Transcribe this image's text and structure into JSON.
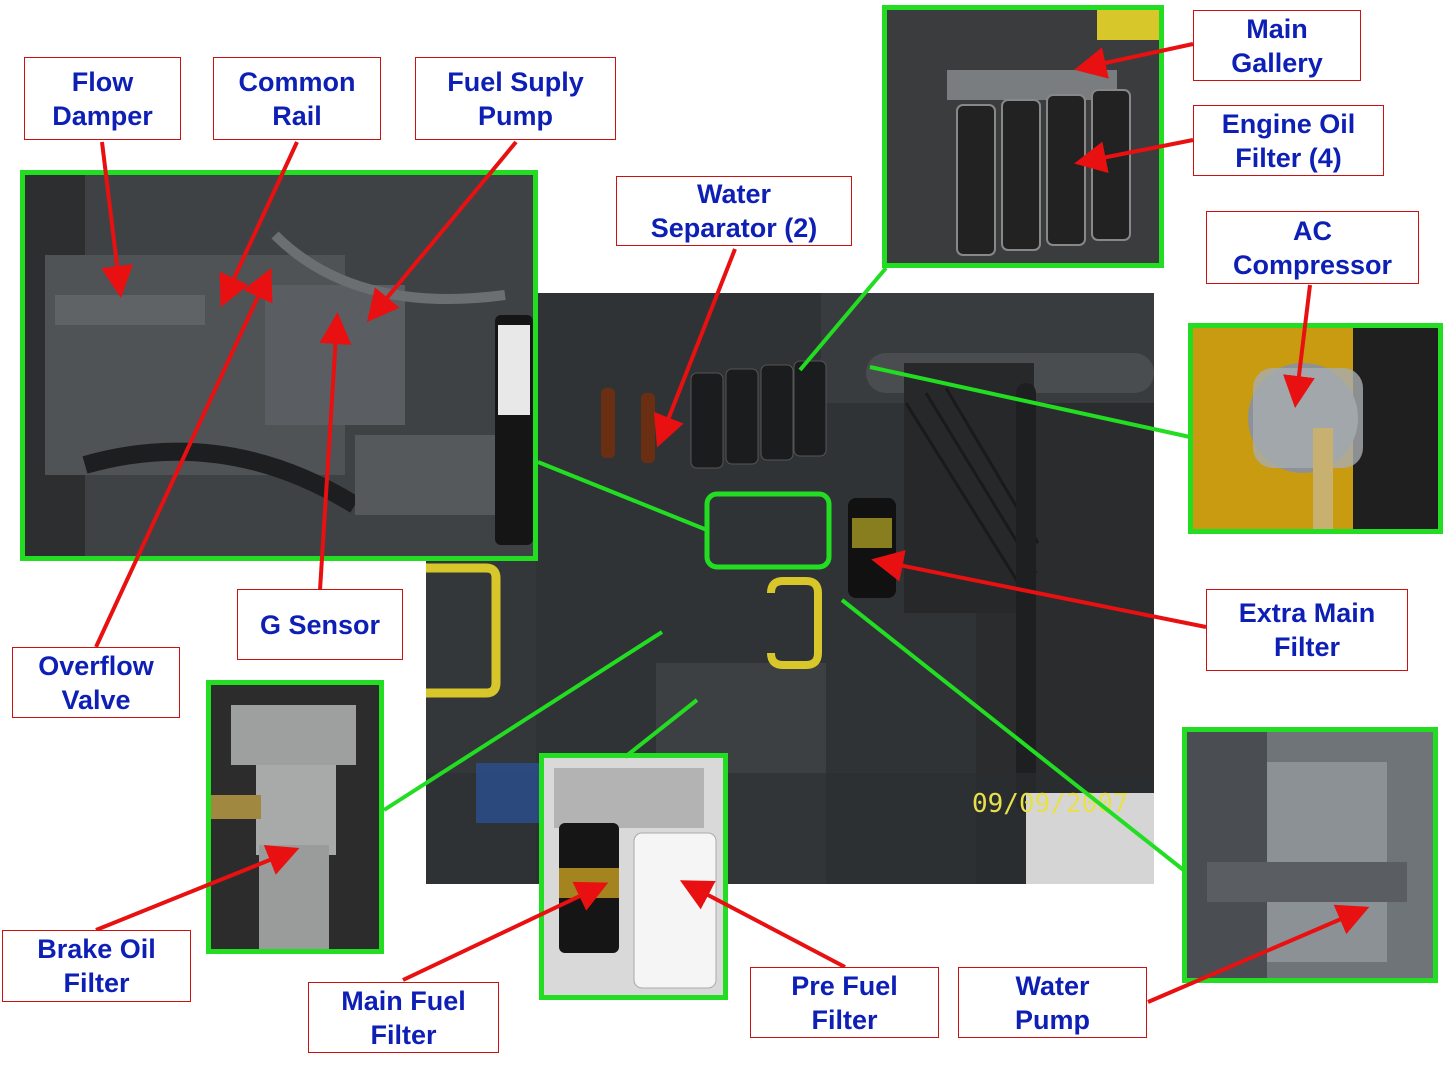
{
  "labels": {
    "flow_damper": {
      "line1": "Flow",
      "line2": "Damper"
    },
    "common_rail": {
      "line1": "Common",
      "line2": "Rail"
    },
    "fuel_supply_pump": {
      "line1": "Fuel Suply",
      "line2": "Pump"
    },
    "water_separator": {
      "line1": "Water",
      "line2": "Separator (2)"
    },
    "main_gallery": {
      "line1": "Main",
      "line2": "Gallery"
    },
    "engine_oil_filter": {
      "line1": "Engine Oil",
      "line2": "Filter (4)"
    },
    "ac_compressor": {
      "line1": "AC",
      "line2": "Compressor"
    },
    "g_sensor": {
      "line1": "G Sensor"
    },
    "overflow_valve": {
      "line1": "Overflow",
      "line2": "Valve"
    },
    "extra_main_filter": {
      "line1": "Extra Main",
      "line2": "Filter"
    },
    "brake_oil_filter": {
      "line1": "Brake Oil",
      "line2": "Filter"
    },
    "main_fuel_filter": {
      "line1": "Main Fuel",
      "line2": "Filter"
    },
    "pre_fuel_filter": {
      "line1": "Pre Fuel",
      "line2": "Filter"
    },
    "water_pump": {
      "line1": "Water",
      "line2": "Pump"
    }
  },
  "photo": {
    "date_stamp": "09/09/2007"
  },
  "colors": {
    "arrow": "#e81010",
    "connector": "#22dd22",
    "label_text": "#0d1fb5",
    "label_border": "#cc1111"
  }
}
